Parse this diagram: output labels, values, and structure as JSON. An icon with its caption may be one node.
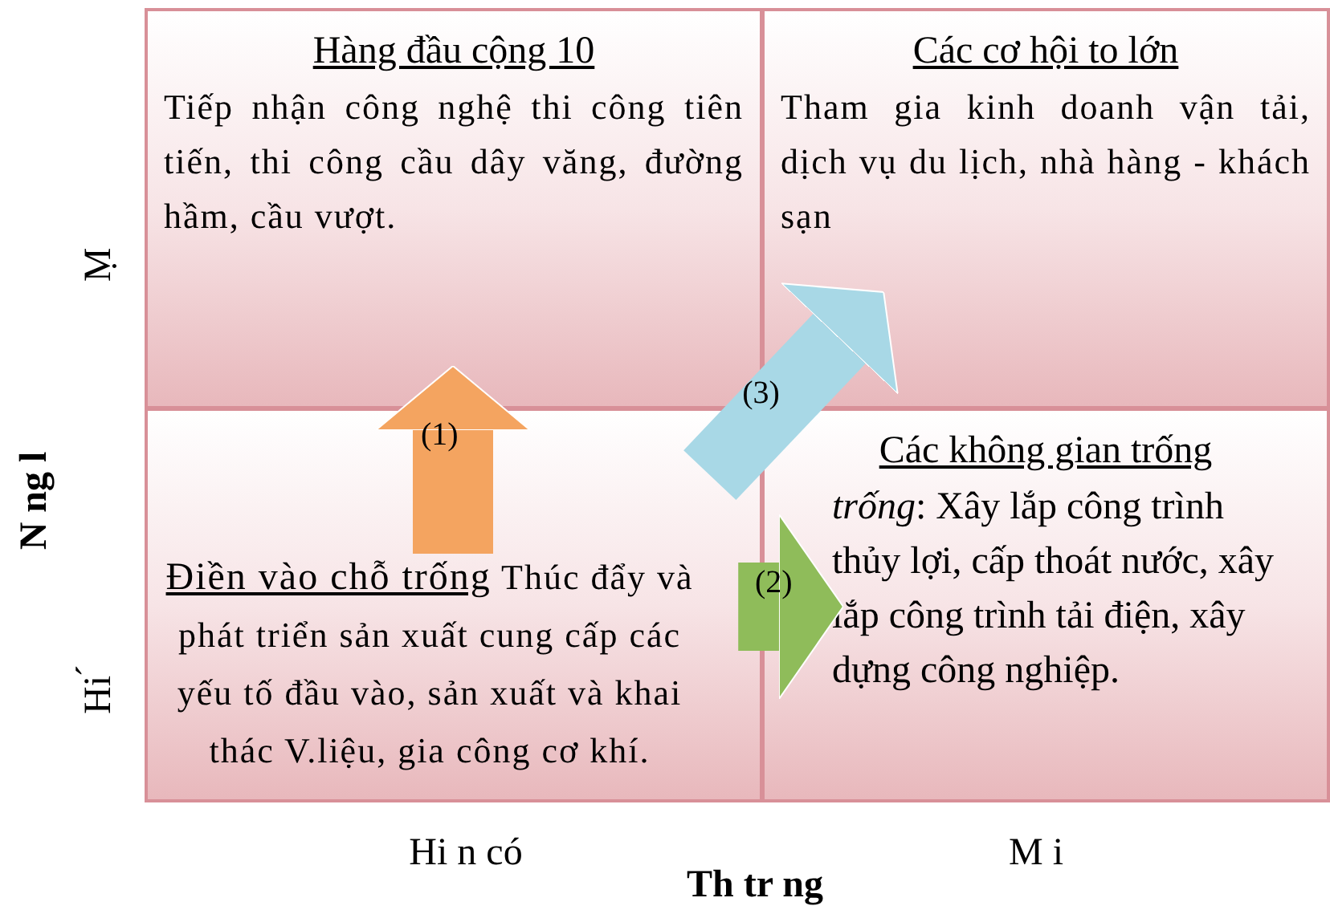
{
  "diagram": {
    "nodes": [
      {
        "text": [
          "Hàng đầu cộng 10",
          "Tiếp nhận công nghệ thi công tiên tiến, thi công cầu dây văng, đường hầm, cầu vượt."
        ]
      },
      {
        "text": [
          "Các cơ hội to lớn",
          "Tham gia kinh doanh vận tải, dịch vụ du lịch, nhà hàng - khách sạn"
        ]
      },
      {
        "text": [
          "Điền vào chỗ trống",
          "Thúc đẩy và phát triển sản xuất cung cấp các yếu tố đầu vào, sản xuất và khai thác V.liệu, gia công cơ khí."
        ]
      },
      {
        "text": [
          "Các không gian trống",
          "*trống*: Xây lắp công trình thủy lợi, cấp thoát nước, xây lắp công trình tải điện, xây dựng công nghiệp."
        ]
      }
    ],
    "edges": [
      {
        "from": 2,
        "to": 0,
        "arrow": "to",
        "label": "(1)",
        "color": "#f4a460"
      },
      {
        "from": 2,
        "to": 3,
        "arrow": "to",
        "label": "(2)",
        "color": "#8fbc5a"
      },
      {
        "from": 2,
        "to": 1,
        "arrow": "to",
        "label": "(3)",
        "color": "#a8d8e6"
      }
    ],
    "labels": [
      "Ṃ",
      "N ng l",
      "Hi ́",
      "Hi n có",
      "M i",
      "Th tr ng"
    ]
  }
}
